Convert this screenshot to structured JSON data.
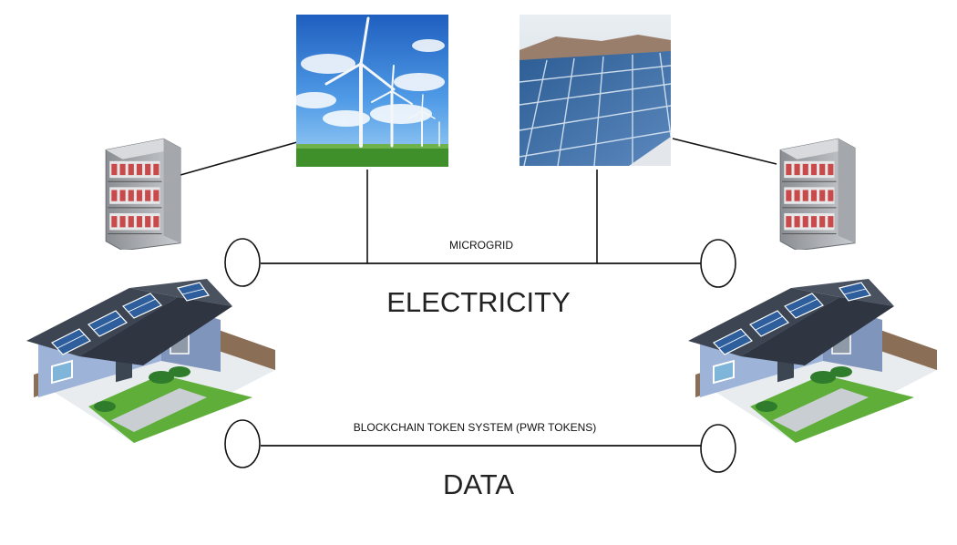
{
  "microgrid_label": "MICROGRID",
  "electricity_label": "ELECTRICITY",
  "blockchain_label": "BLOCKCHAIN TOKEN SYSTEM (PWR TOKENS)",
  "data_label": "DATA",
  "icons": [
    "wind-turbine-photo",
    "solar-panel-photo",
    "battery-rack-icon",
    "house-icon"
  ],
  "colors": {
    "line": "#111111",
    "sky": "#2f7fd6",
    "grass": "#3f8f2a",
    "solar": "#3f6fa6"
  }
}
